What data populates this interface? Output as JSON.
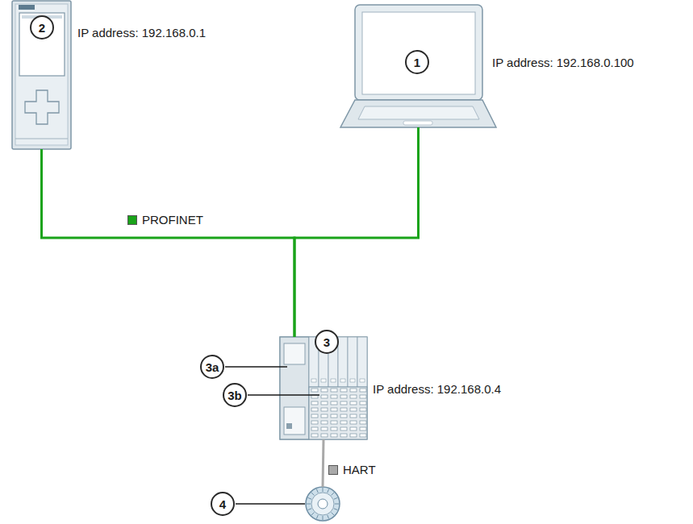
{
  "diagram": {
    "nodes": [
      {
        "text": [
          "2",
          "IP address: 192.168.0.1"
        ]
      },
      {
        "text": [
          "1",
          "IP address: 192.168.0.100"
        ]
      },
      {
        "text": [
          "3",
          "IP address: 192.168.0.4"
        ]
      },
      {
        "text": [
          "4"
        ]
      }
    ],
    "edges": [
      {
        "from": 0,
        "to": 2,
        "arrow": "none"
      },
      {
        "from": 1,
        "to": 2,
        "arrow": "none"
      },
      {
        "from": 2,
        "to": 3,
        "arrow": "none"
      }
    ],
    "labels": [
      "3a",
      "3b"
    ],
    "legend": [
      {
        "text": "PROFINET",
        "color": "#1aa31a"
      },
      {
        "text": "HART",
        "color": "#a9a9a9"
      }
    ]
  }
}
